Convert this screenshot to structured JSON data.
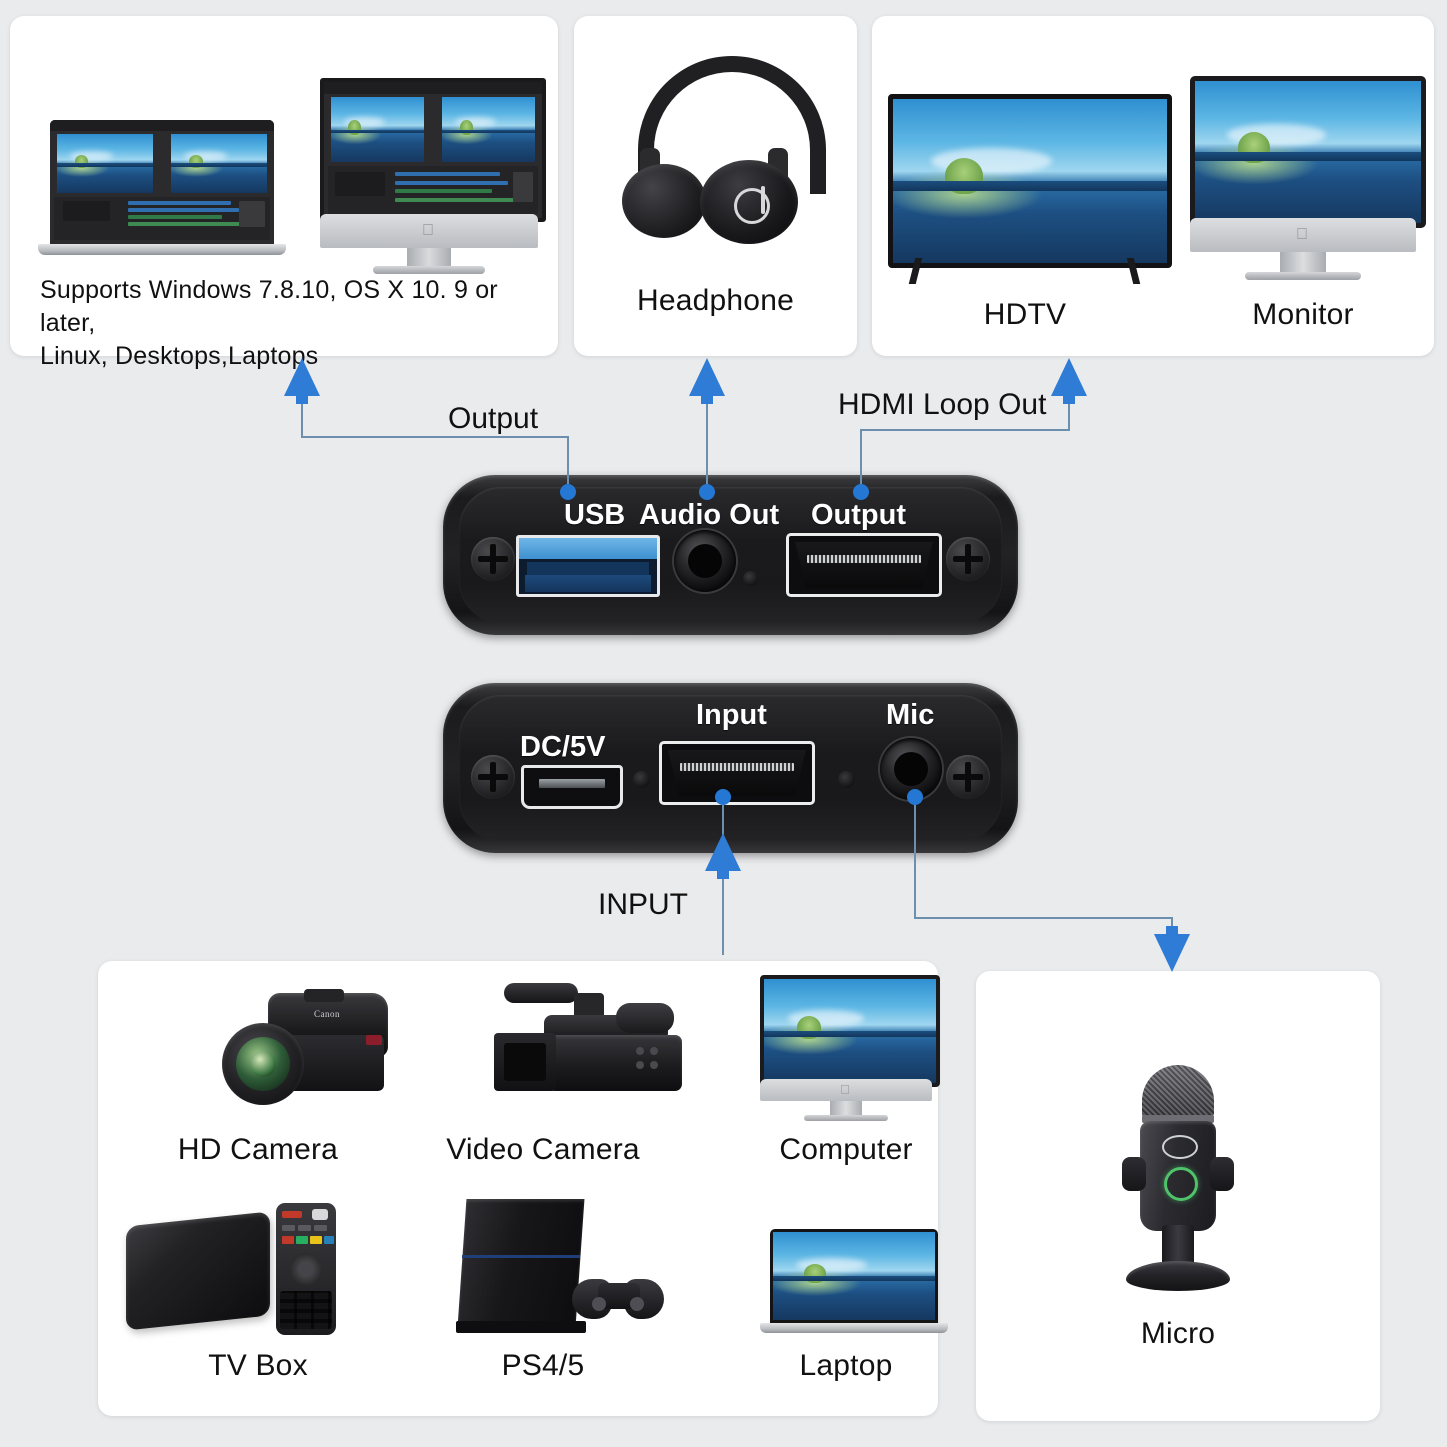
{
  "diagram": {
    "title": "HDMI Video Capture Card Connection Diagram",
    "background_color": "#eaebed",
    "accent_color": "#2e7cd6",
    "wire_color": "#6d8fae"
  },
  "panels": {
    "computers": {
      "name": "computers-panel",
      "caption_line1": "Supports Windows 7.8.10, OS X 10. 9 or later,",
      "caption_line2": "Linux, Desktops,Laptops",
      "items": [
        {
          "name": "laptop-editing",
          "label": ""
        },
        {
          "name": "imac-editing",
          "label": ""
        }
      ]
    },
    "headphone": {
      "name": "headphone-panel",
      "caption": "Headphone"
    },
    "displays": {
      "name": "displays-panel",
      "items": [
        {
          "name": "hdtv",
          "label": "HDTV"
        },
        {
          "name": "monitor",
          "label": "Monitor"
        }
      ]
    },
    "sources": {
      "name": "input-sources-panel",
      "items": [
        {
          "name": "hd-camera",
          "label": "HD Camera"
        },
        {
          "name": "video-camera",
          "label": "Video Camera"
        },
        {
          "name": "computer",
          "label": "Computer"
        },
        {
          "name": "tv-box",
          "label": "TV Box"
        },
        {
          "name": "game-console",
          "label": "PS4/5"
        },
        {
          "name": "laptop",
          "label": "Laptop"
        }
      ]
    },
    "microphone": {
      "name": "microphone-panel",
      "caption": "Micro"
    }
  },
  "device": {
    "top_face": {
      "name": "capture-card-top-face",
      "ports": [
        {
          "name": "usb-port",
          "label": "USB"
        },
        {
          "name": "audio-out-jack",
          "label": "Audio Out"
        },
        {
          "name": "hdmi-output-port",
          "label": "Output"
        }
      ]
    },
    "bottom_face": {
      "name": "capture-card-bottom-face",
      "ports": [
        {
          "name": "dc-power-port",
          "label": "DC/5V"
        },
        {
          "name": "hdmi-input-port",
          "label": "Input"
        },
        {
          "name": "mic-jack",
          "label": "Mic"
        }
      ]
    }
  },
  "wire_labels": {
    "output": "Output",
    "hdmi_loop_out": "HDMI Loop Out",
    "input": "INPUT"
  }
}
